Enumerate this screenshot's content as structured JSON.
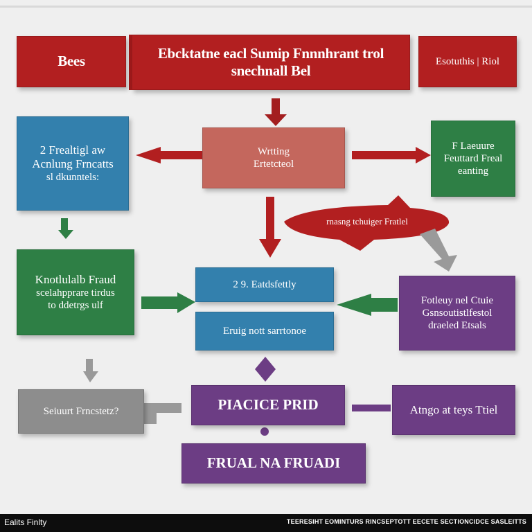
{
  "title_banner": {
    "left": "Bees",
    "main": "Ebcktatne eacl Sumip Fnnnhrant trol snechnall Bel",
    "right": "Esotuthis | Riol"
  },
  "top_left_box": [
    "2 Frealtigl aw",
    "Acnlung Frncatts",
    "sl dkunntels:"
  ],
  "center_box": [
    "Wrtting",
    "Ertetcteol"
  ],
  "top_right_box": [
    "F Laeuure",
    "Feuttard Freal",
    "eanting"
  ],
  "pill_label": "rnasng tchuiger Fratlel",
  "mid_left_box": [
    "Knotlulalb Fraud",
    "scelahpprare tirdus",
    "to ddetrgs ulf"
  ],
  "center_blue_top": "2  9. Eatdsfettly",
  "center_blue_bottom": "Eruig nott sarrtonoe",
  "mid_right_box": [
    "Fotleuy nel Ctuie",
    "Gsnsoutistlfestol",
    "draeled Etsals"
  ],
  "grey_box": "Seiuurt Frncstetz?",
  "center_purple": "PIACICE  PRID",
  "right_purple": "Atngo at teys Ttiel",
  "bottom_purple": "FRUAL  NA FRUADI",
  "footer": {
    "left": "Ealits Finlty",
    "right": "TEERESIHT EOMINTURS RINCSEPTOTT EECETE SECTIONCIDCE SASLEITTS"
  },
  "colors": {
    "red": "#b21f20",
    "blue": "#3380ad",
    "green": "#2e7f45",
    "salmon": "#c4675d",
    "purple": "#6c3d84",
    "grey": "#8d8d8d"
  }
}
